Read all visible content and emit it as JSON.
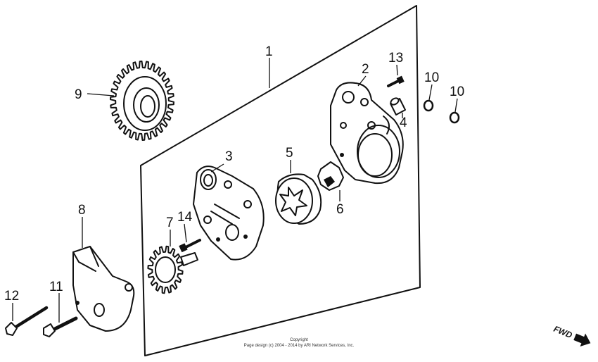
{
  "callouts": [
    {
      "id": "1",
      "text": "1"
    },
    {
      "id": "2",
      "text": "2"
    },
    {
      "id": "3",
      "text": "3"
    },
    {
      "id": "4",
      "text": "4"
    },
    {
      "id": "5",
      "text": "5"
    },
    {
      "id": "6",
      "text": "6"
    },
    {
      "id": "7",
      "text": "7"
    },
    {
      "id": "8",
      "text": "8"
    },
    {
      "id": "9",
      "text": "9"
    },
    {
      "id": "10a",
      "text": "10"
    },
    {
      "id": "10b",
      "text": "10"
    },
    {
      "id": "11",
      "text": "11"
    },
    {
      "id": "12",
      "text": "12"
    },
    {
      "id": "13",
      "text": "13"
    },
    {
      "id": "14",
      "text": "14"
    }
  ],
  "copyright": {
    "line1": "Copyright",
    "line2": "Page design (c) 2004 - 2014 by ARI Network Services, Inc."
  },
  "direction": {
    "label": "FWD",
    "icon": "arrow-right-icon"
  },
  "colors": {
    "ink": "#111111",
    "background": "#ffffff"
  }
}
